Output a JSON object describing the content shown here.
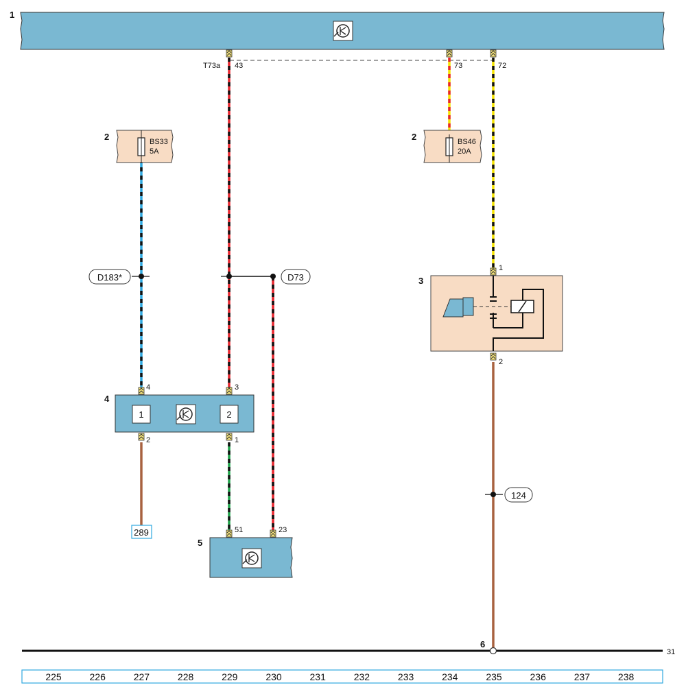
{
  "colors": {
    "module_blue": "#7ab8d2",
    "fuse_box": "#f8dcc4",
    "wire_black": "#111111",
    "wire_red": "#e8262e",
    "wire_blue": "#2fa8e0",
    "wire_yellow": "#f5e400",
    "wire_green": "#1fa34a",
    "wire_brown": "#a86240",
    "pin_yellow": "#f4e27a"
  },
  "components": {
    "c1": {
      "number": "1",
      "connector": "T73a"
    },
    "c2a": {
      "number": "2",
      "fuse_name": "BS33",
      "fuse_rating": "5A"
    },
    "c2b": {
      "number": "2",
      "fuse_name": "BS46",
      "fuse_rating": "20A"
    },
    "c3": {
      "number": "3"
    },
    "c4": {
      "number": "4",
      "box1": "1",
      "box2": "2"
    },
    "c5": {
      "number": "5"
    },
    "c6": {
      "number": "6"
    }
  },
  "pins": {
    "p43": "43",
    "p73": "73",
    "p72": "72",
    "c3_in": "1",
    "c3_out": "2",
    "c4_top_left": "4",
    "c4_top_right": "3",
    "c4_bot_left": "2",
    "c4_bot_right": "1",
    "c5_left": "51",
    "c5_right": "23"
  },
  "tags": {
    "d183": "D183*",
    "d73": "D73",
    "t124": "124",
    "ref289": "289",
    "ground_ref": "31"
  },
  "grid_numbers": [
    "225",
    "226",
    "227",
    "228",
    "229",
    "230",
    "231",
    "232",
    "233",
    "234",
    "235",
    "236",
    "237",
    "238"
  ]
}
